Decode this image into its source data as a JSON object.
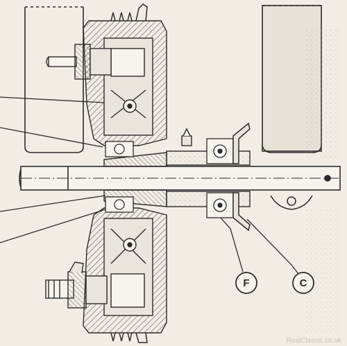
{
  "diagram": {
    "labels": {
      "f": "F",
      "c": "C"
    },
    "watermark": "RealClassic.co.uk",
    "colors": {
      "paper": "#f1ede4",
      "ink": "#2b2b2b",
      "hatch": "#5a5a5a",
      "shade": "#cfcac0"
    }
  }
}
